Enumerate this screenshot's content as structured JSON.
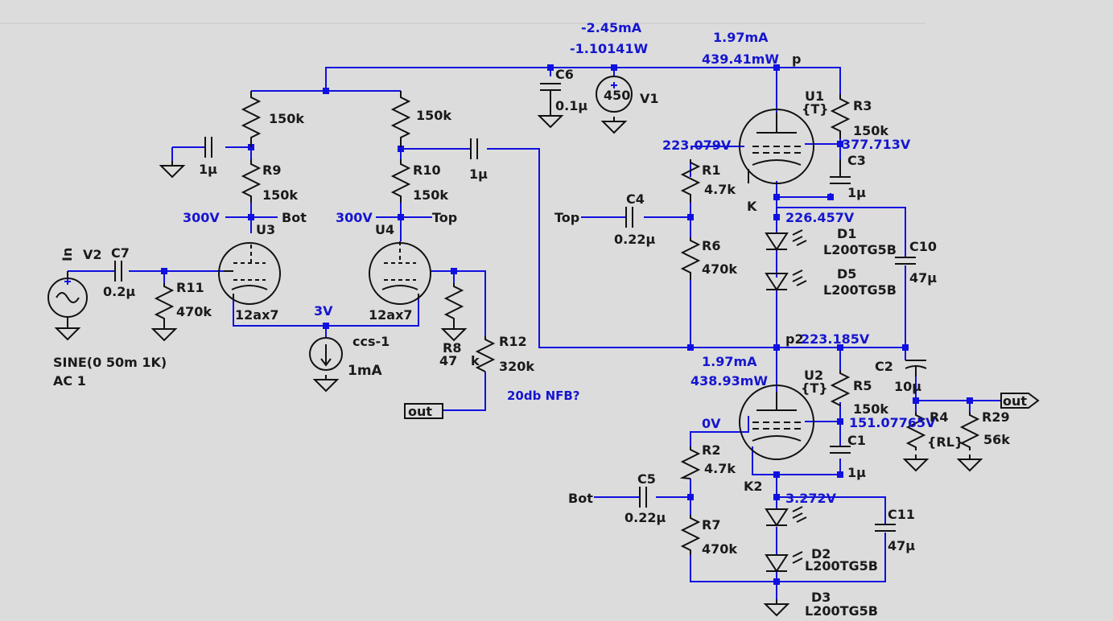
{
  "labels": {
    "v1_current": "-2.45mA",
    "v1_power": "-1.10141W",
    "u1_current": "1.97mA",
    "u1_power": "439.41mW",
    "node_p": "p",
    "r_top_left": "150k",
    "r_top_right": "150k",
    "c6_name": "C6",
    "c6_value": "0.1µ",
    "v1_value": "450",
    "v1_name": "V1",
    "u1_name": "U1",
    "u1_model": "{T}",
    "r3_name": "R3",
    "r3_value": "150k",
    "c_in_left": "1µ",
    "c_in_right": "1µ",
    "r9_name": "R9",
    "r9_value": "150k",
    "r10_name": "R10",
    "r10_value": "150k",
    "v_223079": "223.079V",
    "v_377713": "377.713V",
    "r1_name": "R1",
    "r1_value": "4.7k",
    "c3_name": "C3",
    "c3_value": "1µ",
    "c4_name": "C4",
    "c4_value": "0.22µ",
    "top_net": "Top",
    "top_net2": "Top",
    "bot_net": "Bot",
    "bot_net2": "Bot",
    "v300_a": "300V",
    "v300_b": "300V",
    "u3_name": "U3",
    "u4_name": "U4",
    "k_name": "K",
    "v_226457": "226.457V",
    "d1_name": "D1",
    "d1_model": "L200TG5B",
    "c10_name": "C10",
    "c10_value": "47µ",
    "in_net": "In",
    "v2_name": "V2",
    "c7_name": "C7",
    "c7_value": "0.2µ",
    "r11_name": "R11",
    "r11_value": "470k",
    "u3_model": "12ax7",
    "u4_model": "12ax7",
    "r6_name": "R6",
    "r6_value": "470k",
    "d5_name": "D5",
    "d5_model": "L200TG5B",
    "v3": "3V",
    "ccs_name": "ccs-1",
    "ccs_value": "1mA",
    "r8_name": "R8",
    "r8_value": "47",
    "r8_unit": "k",
    "r12_name": "R12",
    "r12_value": "320k",
    "node_p2": "p2",
    "v_223185": "223.185V",
    "u2_current": "1.97mA",
    "u2_power": "438.93mW",
    "sine_line1": "SINE(0 50m 1K)",
    "sine_line2": "AC 1",
    "c2_name": "C2",
    "c2_value": "10µ",
    "u2_name": "U2",
    "u2_model": "{T}",
    "r5_name": "R5",
    "r5_value": "150k",
    "out_a": "out",
    "out_b": "out",
    "nfb_note": "20db NFB?",
    "v0": "0V",
    "v_151077": "151.07765V",
    "r4_name": "R4",
    "r4_value": "{RL}",
    "r29_name": "R29",
    "r29_value": "56k",
    "r2_name": "R2",
    "r2_value": "4.7k",
    "c1_name": "C1",
    "c1_value": "1µ",
    "c5_name": "C5",
    "c5_value": "0.22µ",
    "k2_name": "K2",
    "v_3272": "3.272V",
    "c11_name": "C11",
    "c11_value": "47µ",
    "r7_name": "R7",
    "r7_value": "470k",
    "d2_name": "D2",
    "d2_model": "L200TG5B",
    "d3_name": "D3",
    "d3_model": "L200TG5B"
  },
  "colors": {
    "wire": "#1010e0",
    "component": "#111111",
    "background": "#dcdcdc",
    "text": "#1a1a1a",
    "voltage_text": "#1515d0"
  }
}
